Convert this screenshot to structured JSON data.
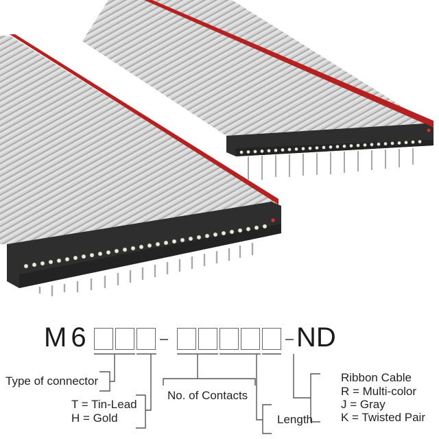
{
  "product": {
    "description": "Two IDC ribbon cable assemblies, gray flat ribbon with red stripe, black DIP connectors",
    "colors": {
      "ribbon": "#c8c8c8",
      "stripe": "#c0201c",
      "connector": "#2e2e2e",
      "contact": "#e8ecd8",
      "pin": "#a8a8a8"
    }
  },
  "part_number": {
    "prefix": "M6",
    "suffix": "ND",
    "separator": "-",
    "group1_boxes": 3,
    "group2_boxes": 5
  },
  "labels": {
    "type_of_connector": "Type of connector",
    "plating": [
      "T = Tin-Lead",
      "H = Gold"
    ],
    "contacts": "No. of Contacts",
    "length": "Length",
    "ribbon": [
      "Ribbon Cable",
      "R = Multi-color",
      "J = Gray",
      "K = Twisted Pair"
    ]
  }
}
